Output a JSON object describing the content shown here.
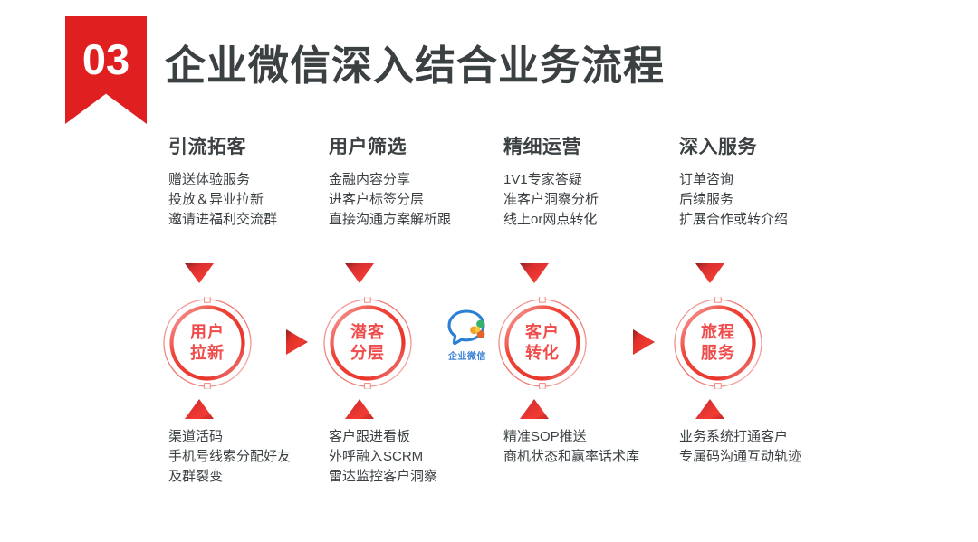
{
  "header": {
    "number": "03",
    "title": "企业微信深入结合业务流程",
    "ribbon_color": "#e02020",
    "title_color": "#3b4043"
  },
  "theme": {
    "red": "#e8392f",
    "circle_red": "#ef4c4c",
    "text_gray": "#3b4043",
    "logo_blue": "#3b82d6"
  },
  "flow": {
    "columns": [
      {
        "heading": "引流拓客",
        "top_lines": [
          "赠送体验服务",
          "投放＆异业拉新",
          "邀请进福利交流群"
        ],
        "circle": {
          "line1": "用户",
          "line2": "拉新"
        },
        "bottom_lines": [
          "渠道活码",
          "手机号线索分配好友",
          "及群裂变"
        ]
      },
      {
        "heading": "用户筛选",
        "top_lines": [
          "金融内容分享",
          "进客户标签分层",
          "直接沟通方案解析跟"
        ],
        "circle": {
          "line1": "潜客",
          "line2": "分层"
        },
        "bottom_lines": [
          "客户跟进看板",
          "外呼融入SCRM",
          "雷达监控客户洞察"
        ]
      },
      {
        "heading": "精细运营",
        "top_lines": [
          "1V1专家答疑",
          "准客户洞察分析",
          "线上or网点转化"
        ],
        "circle": {
          "line1": "客户",
          "line2": "转化"
        },
        "bottom_lines": [
          "精准SOP推送",
          "商机状态和赢率话术库",
          ""
        ]
      },
      {
        "heading": "深入服务",
        "top_lines": [
          "订单咨询",
          "后续服务",
          "扩展合作或转介绍"
        ],
        "circle": {
          "line1": "旅程",
          "line2": "服务"
        },
        "bottom_lines": [
          "业务系统打通客户",
          "专属码沟通互动轨迹",
          ""
        ]
      }
    ]
  },
  "logo": {
    "name": "企业微信"
  }
}
